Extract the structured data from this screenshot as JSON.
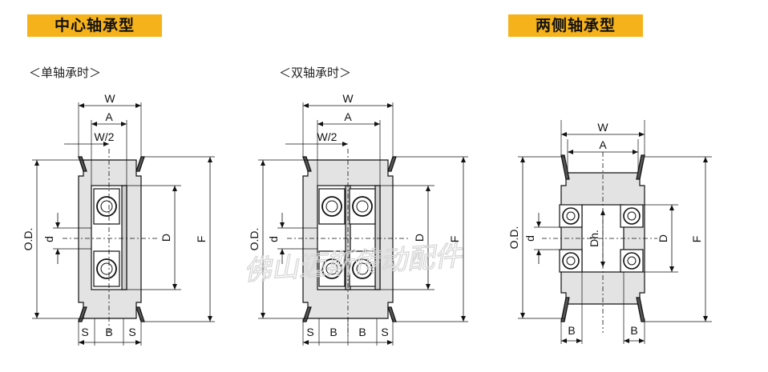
{
  "sections": {
    "center_bearing": {
      "title": "中心轴承型"
    },
    "both_sides_bearing": {
      "title": "两侧轴承型"
    }
  },
  "variants": {
    "single": {
      "label": "＜单轴承时＞"
    },
    "double": {
      "label": "＜双轴承时＞"
    }
  },
  "dimensions": {
    "W": "W",
    "A": "A",
    "W2": "W/2",
    "OD": "O.D.",
    "d": "d",
    "D": "D",
    "F": "F",
    "S": "S",
    "B": "B",
    "Dh": "Dh."
  },
  "watermark": "佛山迈斯传动配件",
  "colors": {
    "tag_bg": "#f6b21b",
    "body_fill": "#e3e3e3",
    "line": "#111111"
  }
}
